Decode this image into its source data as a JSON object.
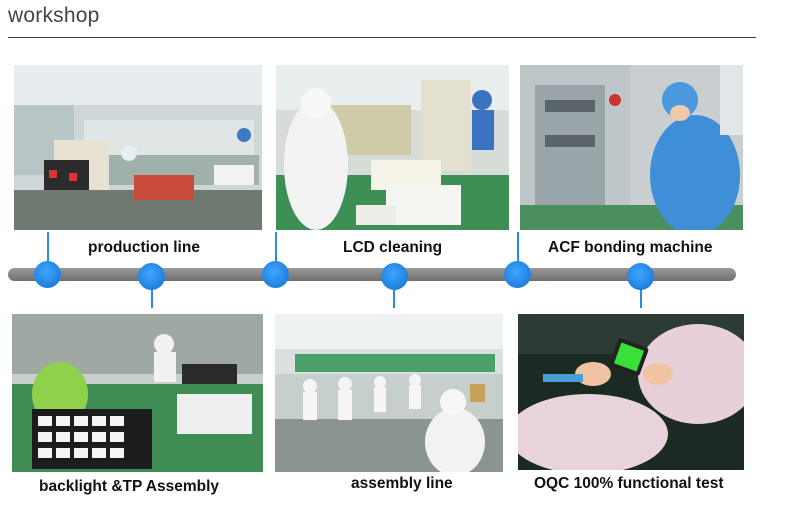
{
  "header": {
    "title": "workshop"
  },
  "stages_top": [
    {
      "label": "production line",
      "icon": "production-line-photo"
    },
    {
      "label": "LCD cleaning",
      "icon": "lcd-cleaning-photo"
    },
    {
      "label": "ACF bonding machine",
      "icon": "acf-bonding-photo"
    }
  ],
  "stages_bottom": [
    {
      "label": "backlight &TP Assembly",
      "icon": "backlight-assembly-photo"
    },
    {
      "label": "assembly line",
      "icon": "assembly-line-photo"
    },
    {
      "label": "OQC 100% functional test",
      "icon": "oqc-test-photo"
    }
  ],
  "colors": {
    "accent": "#1f7fe0",
    "track": "#8a8a8a",
    "rule": "#2f3f57"
  }
}
